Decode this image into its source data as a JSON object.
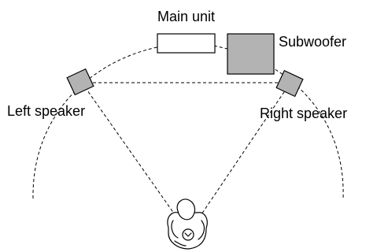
{
  "labels": {
    "main_unit": "Main unit",
    "subwoofer": "Subwoofer",
    "left_speaker": "Left speaker",
    "right_speaker": "Right speaker"
  },
  "colors": {
    "speaker_fill": "#b3b3b3",
    "main_unit_fill": "#ffffff",
    "stroke": "#000000"
  },
  "icons": {
    "listener": "listener-icon"
  }
}
